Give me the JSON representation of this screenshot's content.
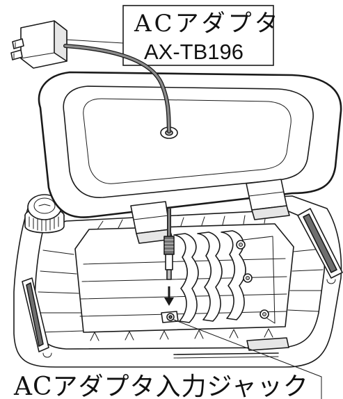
{
  "adapter_label": {
    "line1": "ACアダプタ",
    "line2": "AX-TB196"
  },
  "jack_label": "ACアダプタ入力ジャック",
  "colors": {
    "line": "#1a1a1a",
    "background": "#ffffff",
    "cord": "#8a8a8a",
    "shade_light": "#e6e6e6",
    "shade_mid": "#bdbdbd",
    "shade_dark": "#6f6f6f"
  },
  "icons": {
    "adapter": "ac-adapter-plug-icon",
    "arrow": "arrow-down-icon"
  }
}
